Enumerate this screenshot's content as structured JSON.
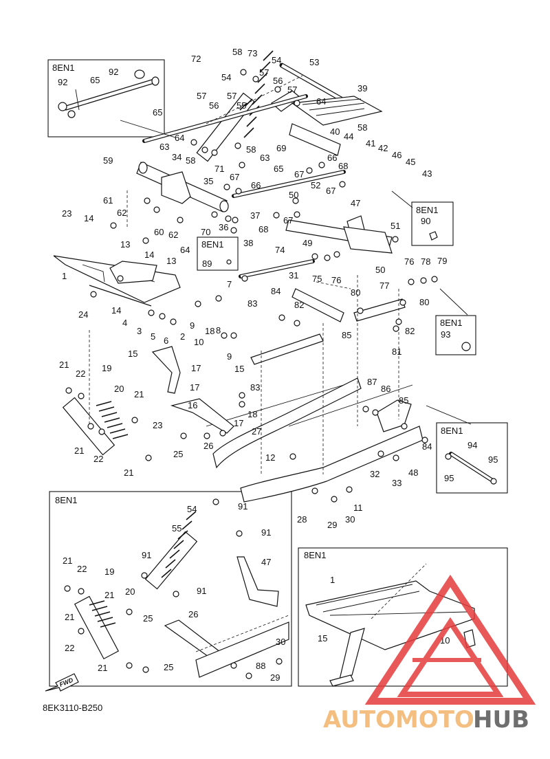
{
  "diagram_code": "8EK3110-B250",
  "fwd_label": "FWD",
  "inset_label": "8EN1",
  "watermark": {
    "text_a": "AUTOMOTO",
    "text_b": "HUB",
    "color_a": "#f2b36b",
    "color_b": "#555555",
    "triangle_color": "#e63c3c"
  },
  "callouts": {
    "n1": "1",
    "n2": "2",
    "n3": "3",
    "n4": "4",
    "n5": "5",
    "n6": "6",
    "n7": "7",
    "n8": "8",
    "n9": "9",
    "n10": "10",
    "n11": "11",
    "n12": "12",
    "n13": "13",
    "n14": "14",
    "n15": "15",
    "n16": "16",
    "n17": "17",
    "n18": "18",
    "n19": "19",
    "n20": "20",
    "n21": "21",
    "n22": "22",
    "n23": "23",
    "n24": "24",
    "n25": "25",
    "n26": "26",
    "n27": "27",
    "n28": "28",
    "n29": "29",
    "n30": "30",
    "n31": "31",
    "n32": "32",
    "n33": "33",
    "n34": "34",
    "n35": "35",
    "n36": "36",
    "n37": "37",
    "n38": "38",
    "n39": "39",
    "n40": "40",
    "n41": "41",
    "n42": "42",
    "n43": "43",
    "n44": "44",
    "n45": "45",
    "n46": "46",
    "n47": "47",
    "n48": "48",
    "n49": "49",
    "n50": "50",
    "n51": "51",
    "n52": "52",
    "n53": "53",
    "n54": "54",
    "n55": "55",
    "n56": "56",
    "n57": "57",
    "n58": "58",
    "n59": "59",
    "n60": "60",
    "n61": "61",
    "n62": "62",
    "n63": "63",
    "n64": "64",
    "n65": "65",
    "n66": "66",
    "n67": "67",
    "n68": "68",
    "n69": "69",
    "n70": "70",
    "n71": "71",
    "n72": "72",
    "n73": "73",
    "n74": "74",
    "n75": "75",
    "n76": "76",
    "n77": "77",
    "n78": "78",
    "n79": "79",
    "n80": "80",
    "n81": "81",
    "n82": "82",
    "n83": "83",
    "n84": "84",
    "n85": "85",
    "n86": "86",
    "n87": "87",
    "n88": "88",
    "n89": "89",
    "n90": "90",
    "n91": "91",
    "n92": "92",
    "n93": "93",
    "n94": "94",
    "n95": "95"
  }
}
